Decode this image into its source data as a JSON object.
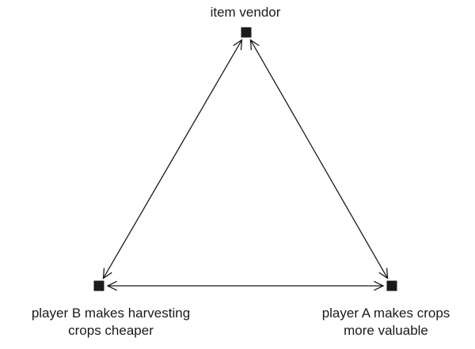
{
  "diagram": {
    "nodes": [
      {
        "id": "vendor",
        "lines": [
          "item vendor"
        ]
      },
      {
        "id": "player-b",
        "lines": [
          "player B makes harvesting",
          "crops cheaper"
        ]
      },
      {
        "id": "player-a",
        "lines": [
          "player A makes crops",
          "more valuable"
        ]
      }
    ],
    "edges": [
      {
        "from": "vendor",
        "to": "player-b",
        "directed": "both"
      },
      {
        "from": "vendor",
        "to": "player-a",
        "directed": "both"
      },
      {
        "from": "player-b",
        "to": "player-a",
        "directed": "both"
      }
    ],
    "colors": {
      "stroke": "#1a1a1a",
      "node": "#1a1a1a"
    }
  }
}
